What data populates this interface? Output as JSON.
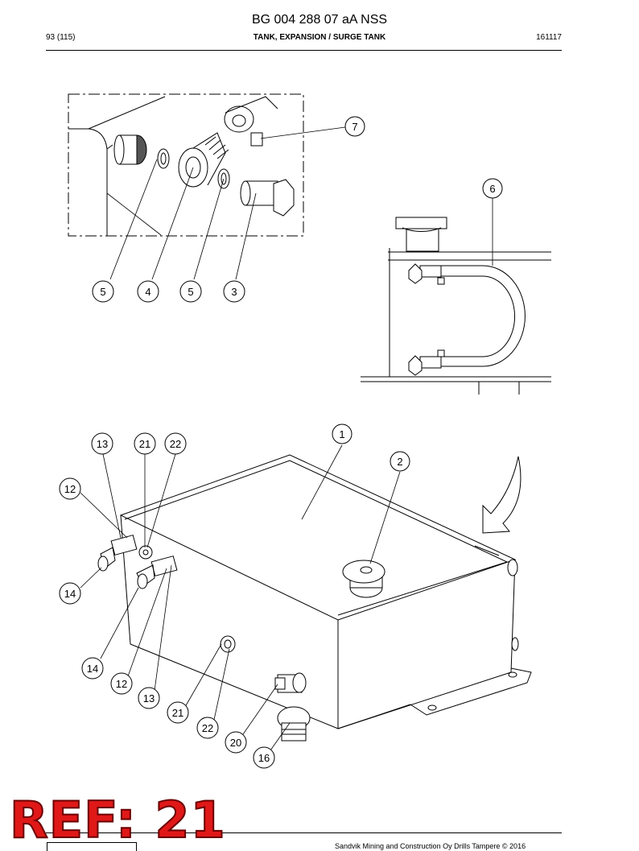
{
  "header": {
    "doc_title": "BG 004 288 07 aA NSS",
    "page_num": "93 (115)",
    "section_title": "TANK, EXPANSION / SURGE TANK",
    "date_code": "161117"
  },
  "callouts": {
    "detail_top": [
      "7",
      "5",
      "4",
      "5",
      "3"
    ],
    "detail_right": [
      "6"
    ],
    "main": [
      "1",
      "2",
      "13",
      "21",
      "22",
      "12",
      "14",
      "14",
      "12",
      "13",
      "21",
      "22",
      "20",
      "16"
    ]
  },
  "footer": {
    "copyright": "Sandvik Mining and Construction Oy Drills Tampere © 2016"
  },
  "stamp": {
    "text": "REF: 21",
    "color": "#e01818"
  }
}
